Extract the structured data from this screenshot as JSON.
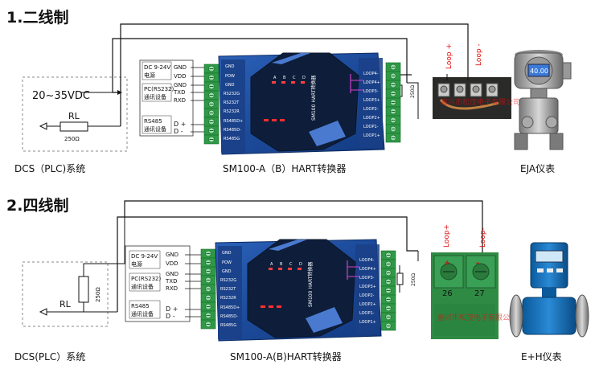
{
  "sections": [
    {
      "heading": "1.二线制",
      "dcs_voltage": "20~35VDC",
      "resistor_symbol": "RL",
      "resistor_value": "250Ω",
      "dcs_label": "DCS（PLC)系统",
      "converter_label": "SM100-A（B）HART转换器",
      "device_label": "EJA仪表",
      "loop_plus": "Loop +",
      "loop_minus": "Loop -",
      "r_side": "250Ω"
    },
    {
      "heading": "2.四线制",
      "resistor_symbol": "RL",
      "resistor_value": "250Ω",
      "dcs_label": "DCS(PLC）系统",
      "converter_label": "SM100-A(B)HART转换器",
      "device_label": "E+H仪表",
      "loop_plus": "Loop+",
      "loop_minus": "Loop-",
      "terminal_a": "26",
      "terminal_b": "27",
      "r_side": "250Ω"
    }
  ],
  "io_box": {
    "dc_title": "DC 9-24V",
    "dc_sub": "电源",
    "gnd": "GND",
    "vdd": "VDD",
    "pc_title": "PC(RS232)",
    "pc_sub": "通讯设备",
    "txd": "TXD",
    "rxd": "RXD",
    "rs485_title": "RS485",
    "rs485_sub": "通讯设备",
    "d_plus": "D +",
    "d_minus": "D -"
  },
  "module": {
    "left_pins": [
      "GND",
      "POW",
      "GND",
      "RS232G",
      "RS232T",
      "RS232R",
      "RS485D+",
      "RS485D-",
      "RS485G"
    ],
    "right_pins": [
      "LOOP4-",
      "LOOP4+",
      "LOOP3-",
      "LOOP3+",
      "LOOP2-",
      "LOOP2+",
      "LOOP1-",
      "LOOP1+"
    ],
    "side_text": "SM100 HART转换器",
    "leds": [
      "A",
      "B",
      "C",
      "D"
    ]
  },
  "display_value": "40.00",
  "watermark": "嘉兴市松茂电子有限公司"
}
